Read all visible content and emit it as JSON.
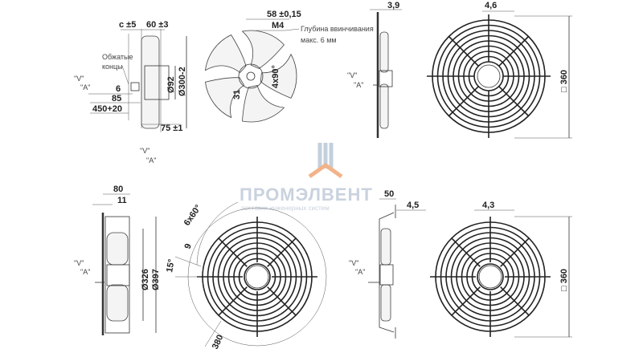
{
  "watermark": {
    "brand": "ПРОМЭЛВЕНТ",
    "tagline": "поставки инженерных систем",
    "logo_color": "#b9c6d6",
    "accent_color": "#f2b38a"
  },
  "view_labels": {
    "v": "\"V\"",
    "a": "\"A\""
  },
  "top_side_view": {
    "c_tol": "c ±5",
    "width": "60 ±3",
    "note_line1": "Обжатые",
    "note_line2": "концы",
    "d6": "6",
    "d85": "85",
    "cable": "450+20",
    "hub_dia": "Ø92",
    "dia": "Ø300-2",
    "depth": "75 ±1"
  },
  "top_impeller_view": {
    "pcd": "58 ±0,15",
    "thread": "M4",
    "note_line1": "Глубина ввинчивания",
    "note_line2": "макс. 6 мм",
    "d31": "31",
    "angle": "4x90°"
  },
  "top_guard_side": {
    "thickness": "3,9"
  },
  "top_guard_front": {
    "offset": "4,6",
    "square": "□ 360"
  },
  "bottom_side_view": {
    "depth": "80",
    "flange": "11",
    "inner_dia": "Ø326",
    "outer_dia": "Ø397"
  },
  "bottom_front_view": {
    "angle": "6x60°",
    "hole": "9",
    "tilt": "15°",
    "pcd": "380"
  },
  "bottom_guard_side": {
    "depth": "50",
    "thickness": "4,5"
  },
  "bottom_guard_front": {
    "offset": "4,3",
    "square": "□ 360"
  }
}
